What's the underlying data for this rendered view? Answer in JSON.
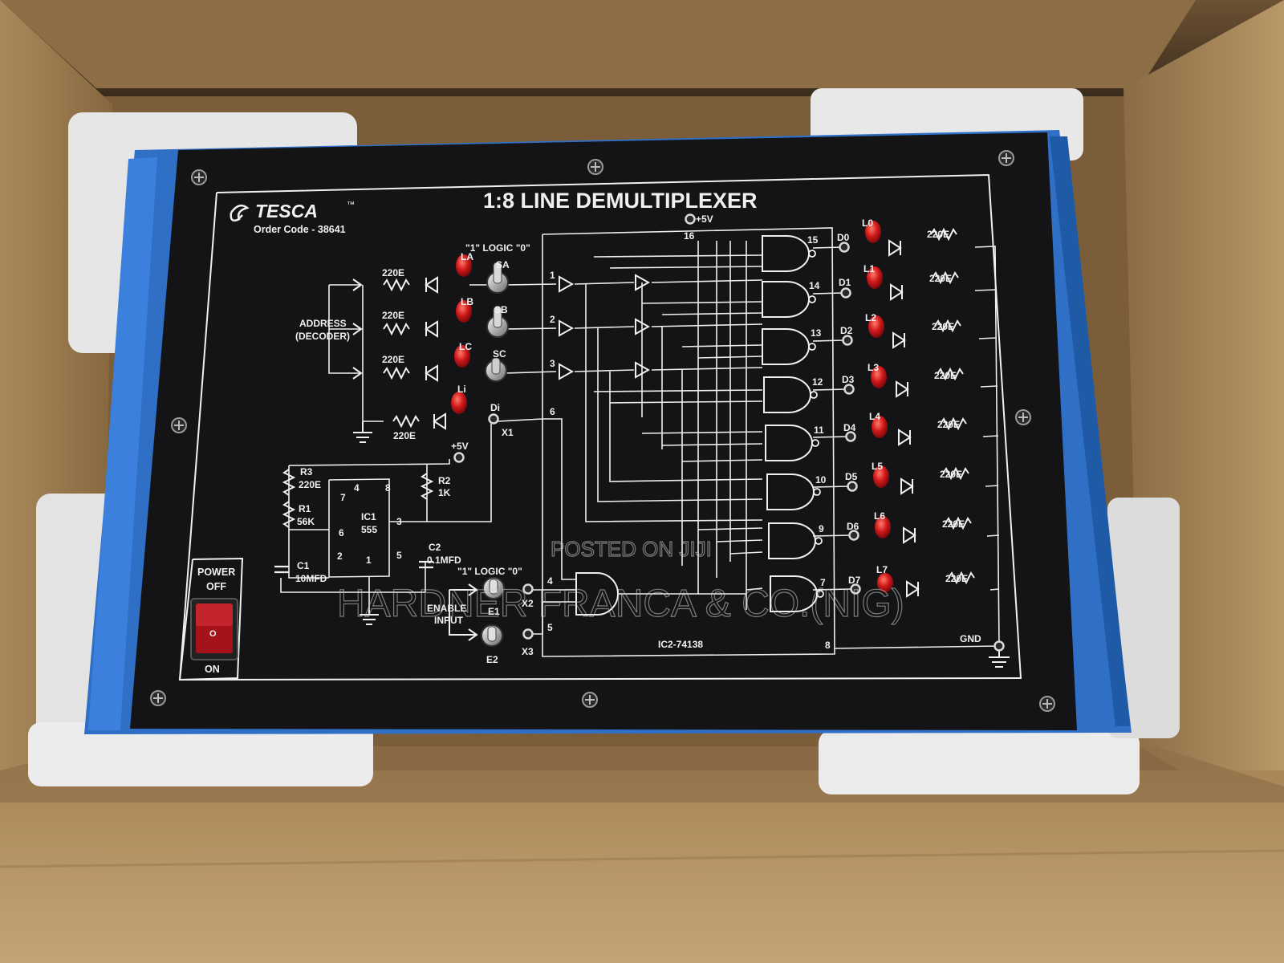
{
  "brand": {
    "name": "TESCA",
    "tm": "™",
    "order_code": "Order Code - 38641"
  },
  "panel": {
    "title": "1:8  LINE DEMULTIPLEXER",
    "vcc_top": "+5V",
    "pin16": "16",
    "logic_label_top": "\"1\" LOGIC \"0\"",
    "logic_label_enable": "\"1\" LOGIC \"0\"",
    "address_label": [
      "ADDRESS",
      "(DECODER)"
    ],
    "enable_label": [
      "ENABLE",
      "INPUT"
    ],
    "resistor_220": "220E",
    "address_leds": [
      "LA",
      "LB",
      "LC",
      "Li"
    ],
    "switches": [
      "SA",
      "SB",
      "SC"
    ],
    "data_in": "Di",
    "x1": "X1",
    "pins_left": [
      "1",
      "2",
      "3",
      "6",
      "4",
      "5"
    ],
    "e1": "E1",
    "e2": "E2",
    "x2": "X2",
    "x3": "X3",
    "timer": {
      "vcc": "+5V",
      "r3": [
        "R3",
        "220E"
      ],
      "r1": [
        "R1",
        "56K"
      ],
      "r2": [
        "R2",
        "1K"
      ],
      "c1": [
        "C1",
        "10MFD"
      ],
      "c2": [
        "C2",
        "0.1MFD"
      ],
      "ic": [
        "IC1",
        "555"
      ],
      "pins": [
        "4",
        "8",
        "7",
        "6",
        "3",
        "2",
        "1",
        "5"
      ]
    },
    "ic2": "IC2-74138",
    "pin8": "8",
    "gate_pins": [
      "15",
      "14",
      "13",
      "12",
      "11",
      "10",
      "9",
      "7"
    ],
    "outputs": [
      "D0",
      "D1",
      "D2",
      "D3",
      "D4",
      "D5",
      "D6",
      "D7"
    ],
    "output_leds": [
      "L0",
      "L1",
      "L2",
      "L3",
      "L4",
      "L5",
      "L6",
      "L7"
    ],
    "gnd": "GND",
    "power": {
      "label": "POWER",
      "off": "OFF",
      "on": "ON",
      "switch_mark": "O"
    }
  },
  "watermark": [
    "POSTED ON JIJI",
    "HARDNER FRANCA & CO.(NIG)"
  ],
  "colors": {
    "cardboard": "#a58356",
    "foam": "#e9e9e9",
    "frame_blue": "#2f6fc6",
    "panel_black": "#141416",
    "silk_white": "#f0f0f0",
    "led_red": "#d0191b",
    "rocker_red": "#a5121a"
  }
}
